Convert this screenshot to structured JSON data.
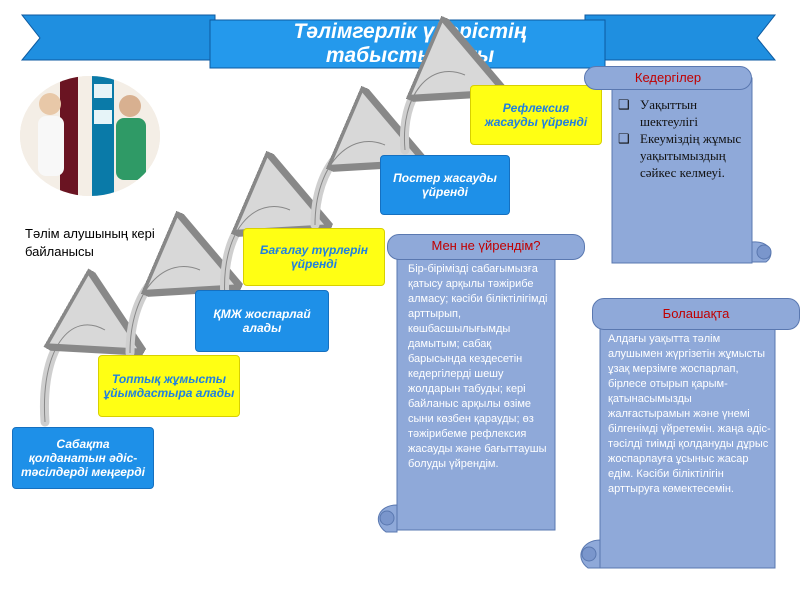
{
  "title": "Тәлімгерлік үдерістің табыстылығы",
  "feedback_label": "Тәлім алушының кері байланысы",
  "steps": [
    "Сабақта қолданатын әдіс-тәсілдерді меңгерді",
    "Топтық жұмысты ұйымдастыра алады",
    "ҚМЖ жоспарлай алады",
    "Бағалау түрлерін үйренді",
    "Постер жасауды үйренді",
    "Рефлексия жасауды үйренді"
  ],
  "obstacles": {
    "heading": "Кедергілер",
    "items": [
      "Уақыттын шектеулігі",
      "Екеуміздің жұмыс уақытымыздың сәйкес келмеуі."
    ]
  },
  "learned": {
    "heading": "Мен не үйрендім?",
    "text": "Бір-бірімізді сабағымызға қатысу арқылы тәжірибе алмасу; кәсіби біліктілігімді арттырып, көшбасшылығымды дамытым; сабақ барысында кездесетін кедергілерді шешу жолдарын табуды; кері байланыс арқылы өзіме сыни көзбен қарауды; өз тәжірибеме рефлексия жасауды және бағыттаушы болуды үйрендім."
  },
  "future": {
    "heading": "Болашақта",
    "text": "Алдағы уақытта тәлім алушымен жүргізетін жұмысты ұзақ мерзімге жоспарлап, бірлесе отырып қарым-қатынасымызды жалғастырамын және үнемі білгенімді үйретемін. жаңа әдіс-тәсілді тиімді қолдануды дұрыс жоспарлауға ұсыныс жасар едім. Кәсіби біліктілігін арттыруға көмектесемін."
  }
}
